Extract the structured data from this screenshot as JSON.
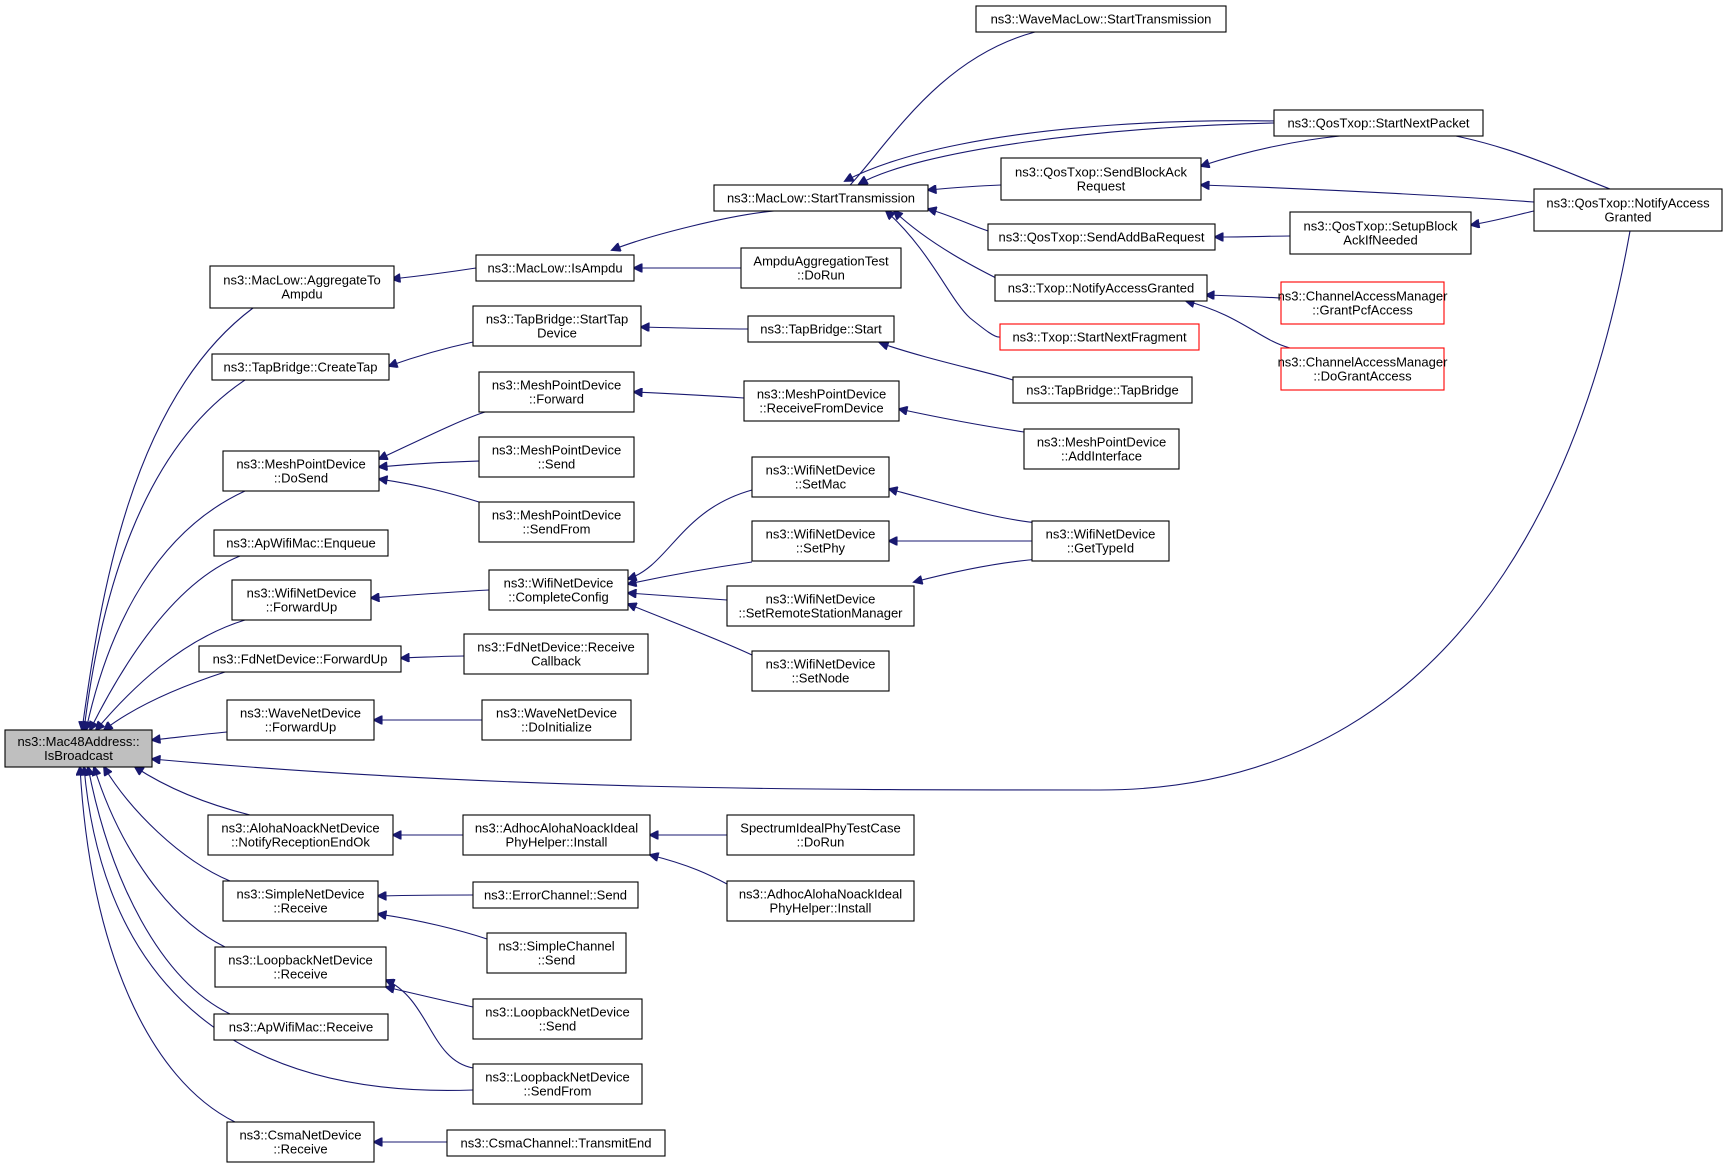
{
  "diagram": {
    "type": "doxygen-caller-graph",
    "colors": {
      "edge": "#191970",
      "node_border": "#000000",
      "root_fill": "#bfbfbf",
      "truncated_border": "#ff0000"
    },
    "nodes": [
      {
        "id": "root",
        "lines": [
          "ns3::Mac48Address::",
          "IsBroadcast"
        ],
        "root": true
      },
      {
        "id": "aggregateToAmpdu",
        "lines": [
          "ns3::MacLow::AggregateTo",
          "Ampdu"
        ]
      },
      {
        "id": "isAmpdu",
        "lines": [
          "ns3::MacLow::IsAmpdu"
        ]
      },
      {
        "id": "macLowStartTx",
        "lines": [
          "ns3::MacLow::StartTransmission"
        ]
      },
      {
        "id": "waveMacLowStartTx",
        "lines": [
          "ns3::WaveMacLow::StartTransmission"
        ]
      },
      {
        "id": "qosStartNextPacket",
        "lines": [
          "ns3::QosTxop::StartNextPacket"
        ]
      },
      {
        "id": "qosSendBlockAck",
        "lines": [
          "ns3::QosTxop::SendBlockAck",
          "Request"
        ]
      },
      {
        "id": "qosNotifyAccess",
        "lines": [
          "ns3::QosTxop::NotifyAccess",
          "Granted"
        ]
      },
      {
        "id": "qosSendAddBa",
        "lines": [
          "ns3::QosTxop::SendAddBaRequest"
        ]
      },
      {
        "id": "qosSetupBlockAck",
        "lines": [
          "ns3::QosTxop::SetupBlock",
          "AckIfNeeded"
        ]
      },
      {
        "id": "txopNotifyAccess",
        "lines": [
          "ns3::Txop::NotifyAccessGranted"
        ]
      },
      {
        "id": "camGrantPcf",
        "lines": [
          "ns3::ChannelAccessManager",
          "::GrantPcfAccess"
        ],
        "truncated": true
      },
      {
        "id": "camDoGrant",
        "lines": [
          "ns3::ChannelAccessManager",
          "::DoGrantAccess"
        ],
        "truncated": true
      },
      {
        "id": "txopStartNextFragment",
        "lines": [
          "ns3::Txop::StartNextFragment"
        ],
        "truncated": true
      },
      {
        "id": "ampduAggTest",
        "lines": [
          "AmpduAggregationTest",
          "::DoRun"
        ]
      },
      {
        "id": "tapCreateTap",
        "lines": [
          "ns3::TapBridge::CreateTap"
        ]
      },
      {
        "id": "tapStartTapDevice",
        "lines": [
          "ns3::TapBridge::StartTap",
          "Device"
        ]
      },
      {
        "id": "tapStart",
        "lines": [
          "ns3::TapBridge::Start"
        ]
      },
      {
        "id": "tapTapBridge",
        "lines": [
          "ns3::TapBridge::TapBridge"
        ]
      },
      {
        "id": "mpdDoSend",
        "lines": [
          "ns3::MeshPointDevice",
          "::DoSend"
        ]
      },
      {
        "id": "mpdForward",
        "lines": [
          "ns3::MeshPointDevice",
          "::Forward"
        ]
      },
      {
        "id": "mpdReceiveFromDevice",
        "lines": [
          "ns3::MeshPointDevice",
          "::ReceiveFromDevice"
        ]
      },
      {
        "id": "mpdAddInterface",
        "lines": [
          "ns3::MeshPointDevice",
          "::AddInterface"
        ]
      },
      {
        "id": "mpdSend",
        "lines": [
          "ns3::MeshPointDevice",
          "::Send"
        ]
      },
      {
        "id": "mpdSendFrom",
        "lines": [
          "ns3::MeshPointDevice",
          "::SendFrom"
        ]
      },
      {
        "id": "apEnqueue",
        "lines": [
          "ns3::ApWifiMac::Enqueue"
        ]
      },
      {
        "id": "wndForwardUp",
        "lines": [
          "ns3::WifiNetDevice",
          "::ForwardUp"
        ]
      },
      {
        "id": "wndCompleteConfig",
        "lines": [
          "ns3::WifiNetDevice",
          "::CompleteConfig"
        ]
      },
      {
        "id": "wndSetMac",
        "lines": [
          "ns3::WifiNetDevice",
          "::SetMac"
        ]
      },
      {
        "id": "wndSetPhy",
        "lines": [
          "ns3::WifiNetDevice",
          "::SetPhy"
        ]
      },
      {
        "id": "wndSetRsm",
        "lines": [
          "ns3::WifiNetDevice",
          "::SetRemoteStationManager"
        ]
      },
      {
        "id": "wndSetNode",
        "lines": [
          "ns3::WifiNetDevice",
          "::SetNode"
        ]
      },
      {
        "id": "wndGetTypeId",
        "lines": [
          "ns3::WifiNetDevice",
          "::GetTypeId"
        ]
      },
      {
        "id": "fdForwardUp",
        "lines": [
          "ns3::FdNetDevice::ForwardUp"
        ]
      },
      {
        "id": "fdReceiveCallback",
        "lines": [
          "ns3::FdNetDevice::Receive",
          "Callback"
        ]
      },
      {
        "id": "waveForwardUp",
        "lines": [
          "ns3::WaveNetDevice",
          "::ForwardUp"
        ]
      },
      {
        "id": "waveDoInitialize",
        "lines": [
          "ns3::WaveNetDevice",
          "::DoInitialize"
        ]
      },
      {
        "id": "alohaNotify",
        "lines": [
          "ns3::AlohaNoackNetDevice",
          "::NotifyReceptionEndOk"
        ]
      },
      {
        "id": "adhocInstall1",
        "lines": [
          "ns3::AdhocAlohaNoackIdeal",
          "PhyHelper::Install"
        ]
      },
      {
        "id": "spectrumTest",
        "lines": [
          "SpectrumIdealPhyTestCase",
          "::DoRun"
        ]
      },
      {
        "id": "adhocInstall2",
        "lines": [
          "ns3::AdhocAlohaNoackIdeal",
          "PhyHelper::Install"
        ]
      },
      {
        "id": "simpleReceive",
        "lines": [
          "ns3::SimpleNetDevice",
          "::Receive"
        ]
      },
      {
        "id": "errorChannelSend",
        "lines": [
          "ns3::ErrorChannel::Send"
        ]
      },
      {
        "id": "simpleChannelSend",
        "lines": [
          "ns3::SimpleChannel",
          "::Send"
        ]
      },
      {
        "id": "loopReceive",
        "lines": [
          "ns3::LoopbackNetDevice",
          "::Receive"
        ]
      },
      {
        "id": "loopSend",
        "lines": [
          "ns3::LoopbackNetDevice",
          "::Send"
        ]
      },
      {
        "id": "loopSendFrom",
        "lines": [
          "ns3::LoopbackNetDevice",
          "::SendFrom"
        ]
      },
      {
        "id": "apReceive",
        "lines": [
          "ns3::ApWifiMac::Receive"
        ]
      },
      {
        "id": "csmaReceive",
        "lines": [
          "ns3::CsmaNetDevice",
          "::Receive"
        ]
      },
      {
        "id": "csmaTransmitEnd",
        "lines": [
          "ns3::CsmaChannel::TransmitEnd"
        ]
      }
    ]
  }
}
